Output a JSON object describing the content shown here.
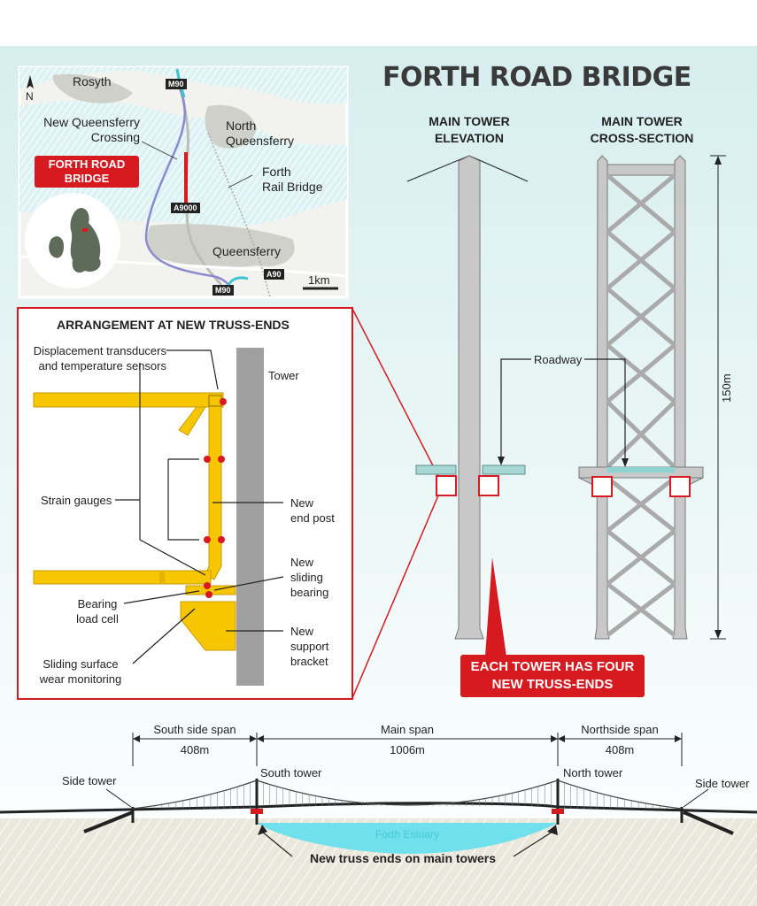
{
  "title": "FORTH ROAD BRIDGE",
  "colors": {
    "background": "#dff1f1",
    "callout_red": "#d71920",
    "truss_yellow": "#f6c700",
    "tower_grey": "#c8c8c8",
    "water_cyan": "#6fe0ec"
  },
  "map": {
    "north": "N",
    "places": {
      "rosyth": "Rosyth",
      "new_queensferry_crossing": "New Queensferry\nCrossing",
      "north_queensferry": "North\nQueensferry",
      "forth_rail_bridge": "Forth\nRail Bridge",
      "queensferry": "Queensferry"
    },
    "callout": "FORTH ROAD\nBRIDGE",
    "roads": [
      "M90",
      "A9000",
      "A90",
      "M90"
    ],
    "scale": "1km"
  },
  "detail": {
    "heading": "ARRANGEMENT AT NEW TRUSS-ENDS",
    "labels": {
      "transducers": "Displacement transducers\nand temperature sensors",
      "tower": "Tower",
      "strain": "Strain gauges",
      "end_post": "New\nend post",
      "sliding_bearing": "New\nsliding\nbearing",
      "load_cell": "Bearing\nload cell",
      "wear": "Sliding surface\nwear monitoring",
      "support_bracket": "New\nsupport\nbracket"
    }
  },
  "towers": {
    "elevation_heading": "MAIN TOWER\nELEVATION",
    "cross_section_heading": "MAIN TOWER\nCROSS-SECTION",
    "roadway": "Roadway",
    "height": "150m",
    "callout": "EACH TOWER HAS FOUR\nNEW TRUSS-ENDS"
  },
  "profile": {
    "spans": [
      {
        "name": "South side span",
        "length": "408m"
      },
      {
        "name": "Main span",
        "length": "1006m"
      },
      {
        "name": "Northside span",
        "length": "408m"
      }
    ],
    "towers": {
      "side_left": "Side tower",
      "south": "South tower",
      "north": "North tower",
      "side_right": "Side tower"
    },
    "estuary": "Forth Estuary",
    "truss_note": "New truss ends on main towers"
  }
}
